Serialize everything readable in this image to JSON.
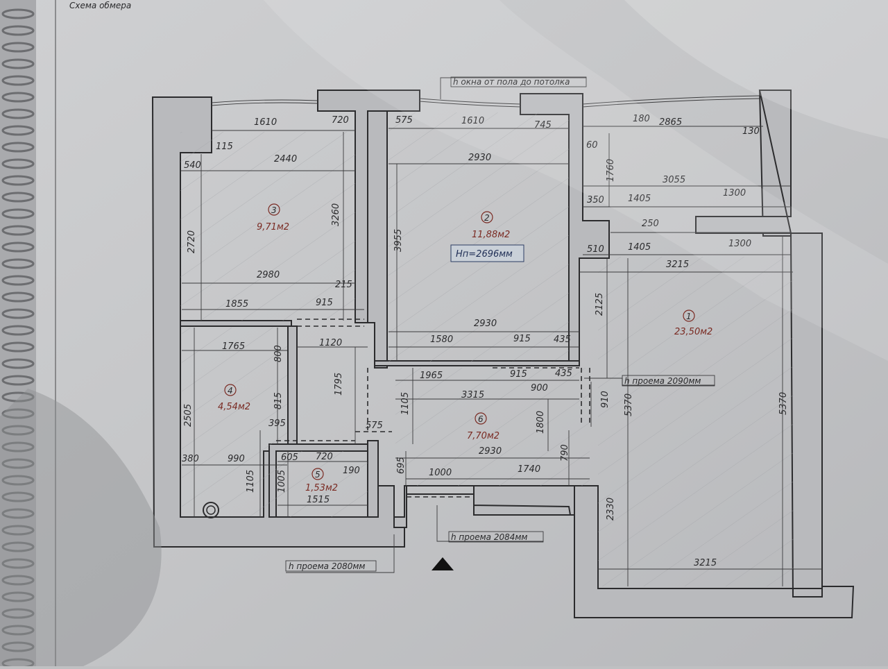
{
  "header": {
    "title": "Схема обмера"
  },
  "ceiling_label": "Нп=2696мм",
  "rooms": [
    {
      "number": "1",
      "area": "23,50м2"
    },
    {
      "number": "2",
      "area": "11,88м2"
    },
    {
      "number": "3",
      "area": "9,71м2"
    },
    {
      "number": "4",
      "area": "4,54м2"
    },
    {
      "number": "5",
      "area": "1,53м2"
    },
    {
      "number": "6",
      "area": "7,70м2"
    }
  ],
  "notes": {
    "window": "h окна от пола до потолка",
    "opening_2090": "h проема 2090мм",
    "opening_2084": "h проема 2084мм",
    "opening_2080": "h проема 2080мм"
  },
  "dims": {
    "r3_top_a": "1610",
    "r3_top_b": "720",
    "r3_115": "115",
    "r3_540": "540",
    "r3_2440": "2440",
    "r3_2720": "2720",
    "r3_3260": "3260",
    "r3_2980": "2980",
    "r3_215": "215",
    "r3_1855": "1855",
    "r3_915": "915",
    "r2_575": "575",
    "r2_1610": "1610",
    "r2_745": "745",
    "r2_2930_top": "2930",
    "r2_3955": "3955",
    "r2_2930_bot": "2930",
    "r2_1580": "1580",
    "r2_915": "915",
    "r2_435": "435",
    "r1_180": "180",
    "r1_2865": "2865",
    "r1_130": "130",
    "r1_60": "60",
    "r1_1760": "1760",
    "r1_3055": "3055",
    "r1_350": "350",
    "r1_1405a": "1405",
    "r1_1300a": "1300",
    "r1_250": "250",
    "r1_510": "510",
    "r1_1405b": "1405",
    "r1_1300b": "1300",
    "r1_3215_top": "3215",
    "r1_2125": "2125",
    "r1_5370a": "5370",
    "r1_5370b": "5370",
    "r1_910": "910",
    "r1_2330": "2330",
    "r1_3215_bot": "3215",
    "r4_1765": "1765",
    "r4_800": "800",
    "r4_2505": "2505",
    "r4_815": "815",
    "r4_395": "395",
    "r4_380": "380",
    "r4_990": "990",
    "r4_1105": "1105",
    "h_1120": "1120",
    "h_1795": "1795",
    "h_575": "575",
    "r5_605": "605",
    "r5_720": "720",
    "r5_190": "190",
    "r5_1005": "1005",
    "r5_1515": "1515",
    "r6_1965": "1965",
    "r6_915": "915",
    "r6_435": "435",
    "r6_900": "900",
    "r6_3315": "3315",
    "r6_1105": "1105",
    "r6_1800": "1800",
    "r6_695": "695",
    "r6_2930": "2930",
    "r6_790": "790",
    "r6_1000": "1000",
    "r6_1740": "1740"
  }
}
